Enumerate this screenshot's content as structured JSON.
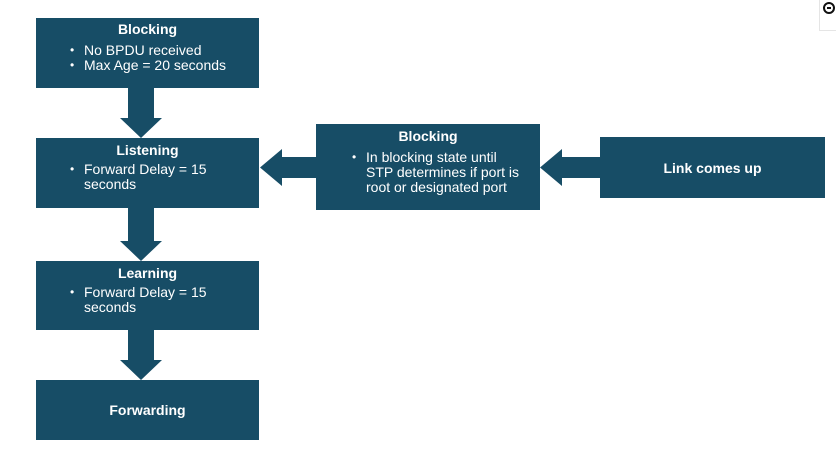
{
  "diagram": {
    "colors": {
      "box": "#174d66",
      "arrow": "#174d66",
      "text": "#ffffff"
    },
    "blocking_top": {
      "title": "Blocking",
      "bullets": [
        "No BPDU received",
        "Max Age = 20 seconds"
      ]
    },
    "listening": {
      "title": "Listening",
      "bullets": [
        "Forward Delay = 15 seconds"
      ]
    },
    "learning": {
      "title": "Learning",
      "bullets": [
        "Forward Delay = 15 seconds"
      ]
    },
    "forwarding": {
      "title": "Forwarding"
    },
    "blocking_mid": {
      "title": "Blocking",
      "bullets": [
        "In blocking state until STP determines if port is root or designated port"
      ]
    },
    "link_up": {
      "title": "Link comes up"
    }
  },
  "corner": {
    "icon": "zoom-in-icon"
  }
}
